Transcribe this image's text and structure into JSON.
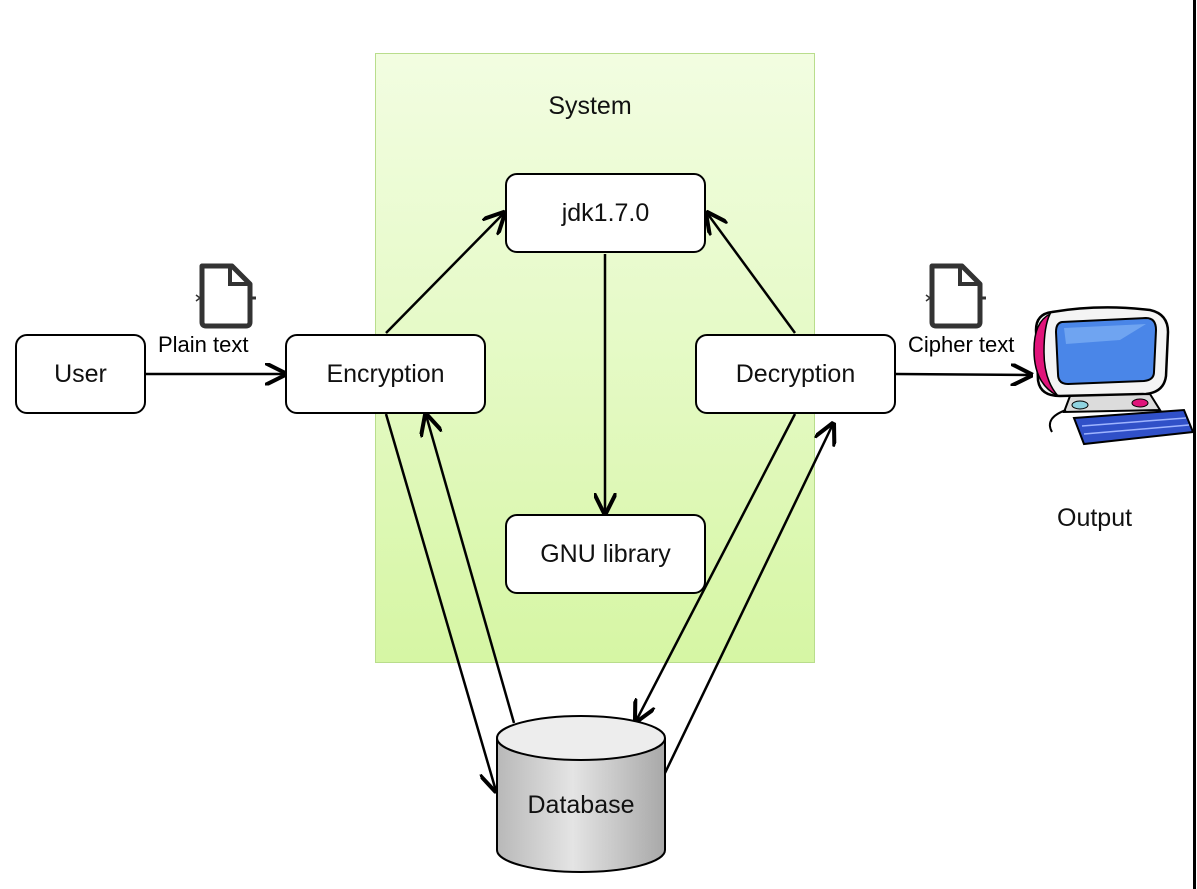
{
  "system": {
    "title": "System"
  },
  "nodes": {
    "user": "User",
    "encryption": "Encryption",
    "decryption": "Decryption",
    "jdk": "jdk1.7.0",
    "gnu": "GNU library",
    "database": "Database"
  },
  "labels": {
    "plain_text": "Plain text",
    "cipher_text": "Cipher text",
    "output": "Output"
  },
  "icons": {
    "document": "document-icon",
    "computer": "computer-monitor-icon",
    "database": "database-cylinder-icon"
  },
  "colors": {
    "system_fill": "#e6fac8",
    "database_fill": "#cfcfcf",
    "monitor_screen": "#4a86e8",
    "monitor_accent": "#e0147a"
  }
}
